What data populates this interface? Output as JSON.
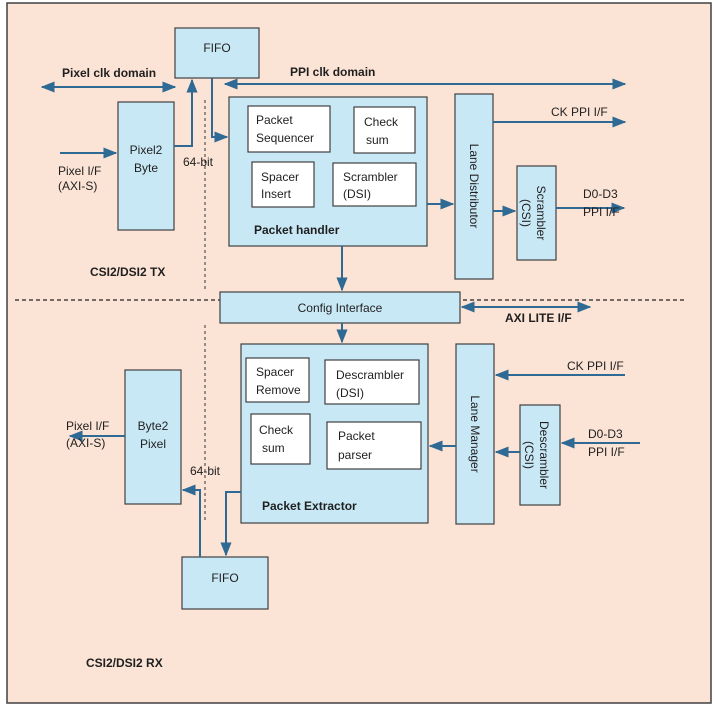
{
  "tx": {
    "section_label": "CSI2/DSI2 TX",
    "fifo": "FIFO",
    "pixel_clk_domain": "Pixel clk domain",
    "ppi_clk_domain": "PPI clk domain",
    "pixel_if": [
      "Pixel I/F",
      "(AXI-S)"
    ],
    "pixel2byte": [
      "Pixel2",
      "Byte"
    ],
    "bus_width": "64-bit",
    "packet_sequencer": [
      "Packet",
      "Sequencer"
    ],
    "check_sum": [
      "Check",
      "sum"
    ],
    "spacer_insert": [
      "Spacer",
      "Insert"
    ],
    "scrambler_dsi": [
      "Scrambler",
      "(DSI)"
    ],
    "packet_handler": "Packet handler",
    "lane_distributor": "Lane Distributor",
    "scrambler_csi": [
      "Scrambler",
      "(CSI)"
    ],
    "ck_ppi_if": "CK PPI I/F",
    "d0_d3": [
      "D0-D3",
      "PPI I/F"
    ]
  },
  "shared": {
    "config_interface": "Config Interface",
    "axi_lite_if": "AXI LITE I/F"
  },
  "rx": {
    "section_label": "CSI2/DSI2 RX",
    "spacer_remove": [
      "Spacer",
      "Remove"
    ],
    "descrambler_dsi": [
      "Descrambler",
      "(DSI)"
    ],
    "check_sum": [
      "Check",
      "sum"
    ],
    "packet_parser": [
      "Packet",
      "parser"
    ],
    "packet_extractor": "Packet Extractor",
    "lane_manager": "Lane Manager",
    "descrambler_csi": [
      "Descrambler",
      "(CSI)"
    ],
    "ck_ppi_if": "CK PPI I/F",
    "d0_d3": [
      "D0-D3",
      "PPI I/F"
    ],
    "byte2pixel": [
      "Byte2",
      "Pixel"
    ],
    "pixel_if": [
      "Pixel I/F",
      "(AXI-S)"
    ],
    "bus_width": "64-bit",
    "fifo": "FIFO"
  },
  "colors": {
    "background": "#fbe3d6",
    "block_fill": "#c9e8f5",
    "inner_fill": "#ffffff",
    "line": "#2e6a93",
    "border": "#404040"
  }
}
